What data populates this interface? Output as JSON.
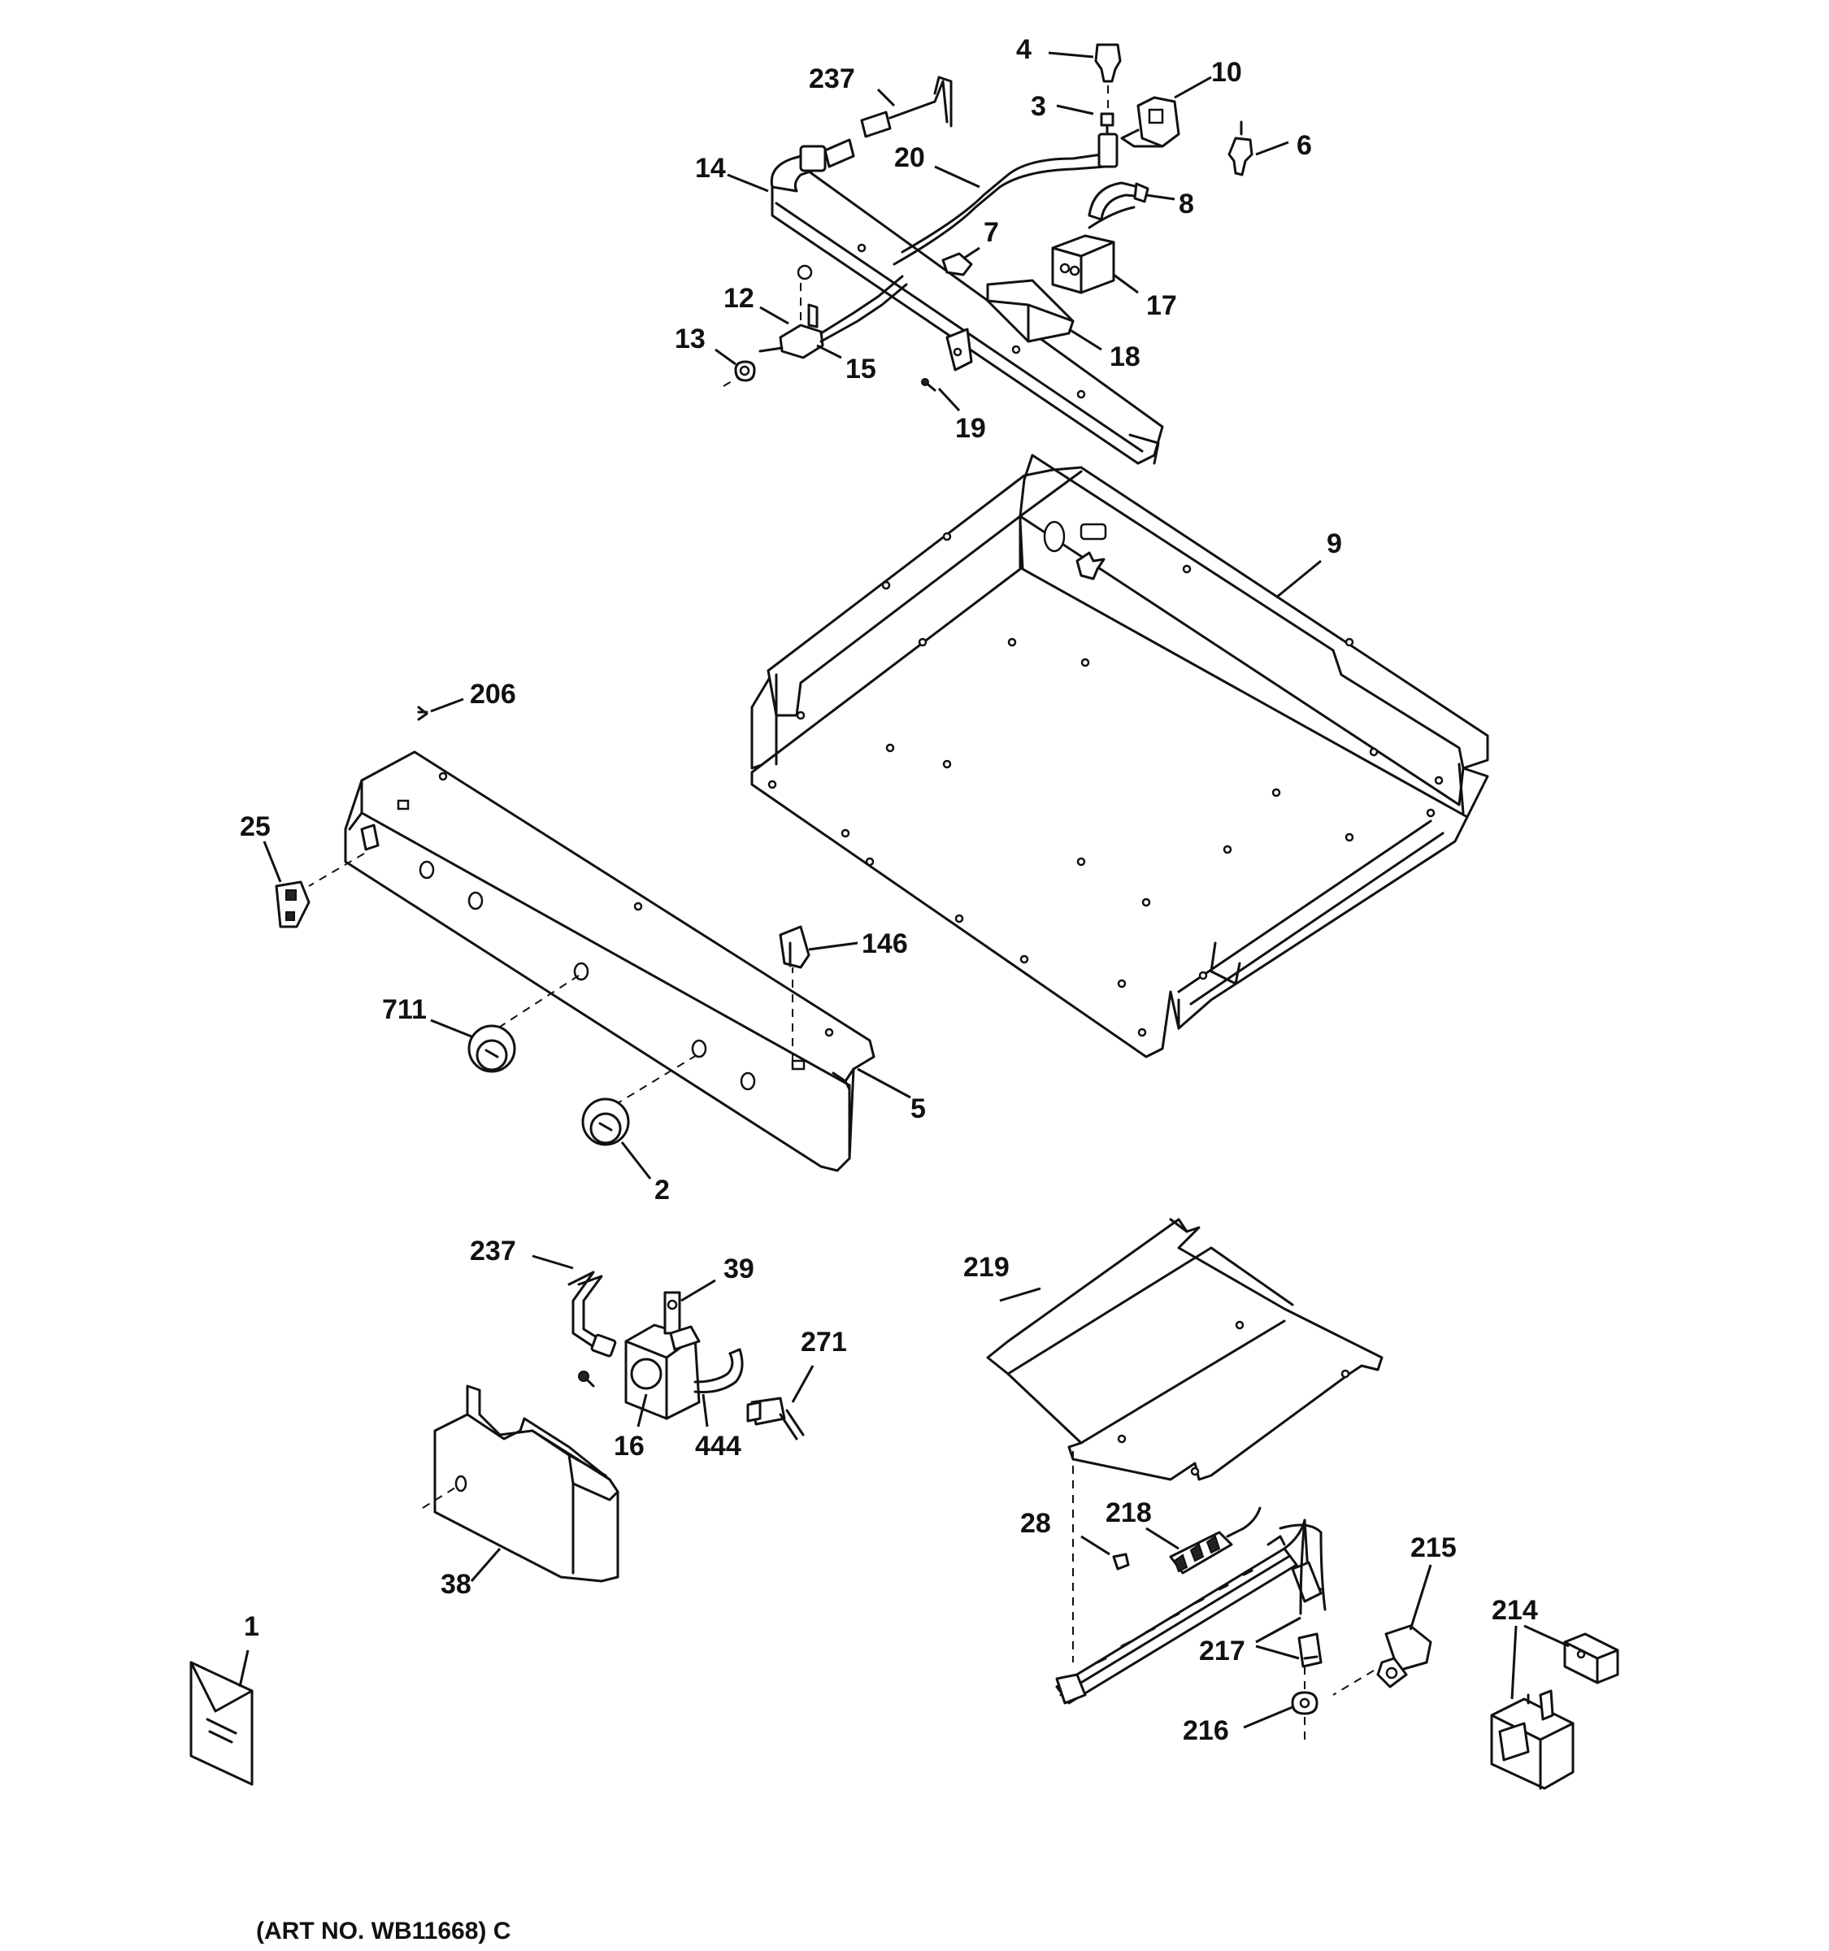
{
  "callouts": {
    "c4": "4",
    "c237a": "237",
    "c3": "3",
    "c10": "10",
    "c6": "6",
    "c14": "14",
    "c20": "20",
    "c8": "8",
    "c7": "7",
    "c17": "17",
    "c12": "12",
    "c13": "13",
    "c15": "15",
    "c18": "18",
    "c19": "19",
    "c9": "9",
    "c206": "206",
    "c25": "25",
    "c146": "146",
    "c711": "711",
    "c5": "5",
    "c2": "2",
    "c237b": "237",
    "c39": "39",
    "c271": "271",
    "c16": "16",
    "c444": "444",
    "c38": "38",
    "c219": "219",
    "c28": "28",
    "c218": "218",
    "c215": "215",
    "c217": "217",
    "c214": "214",
    "c216": "216",
    "c1": "1"
  },
  "footer": "(ART NO. WB11668) C"
}
